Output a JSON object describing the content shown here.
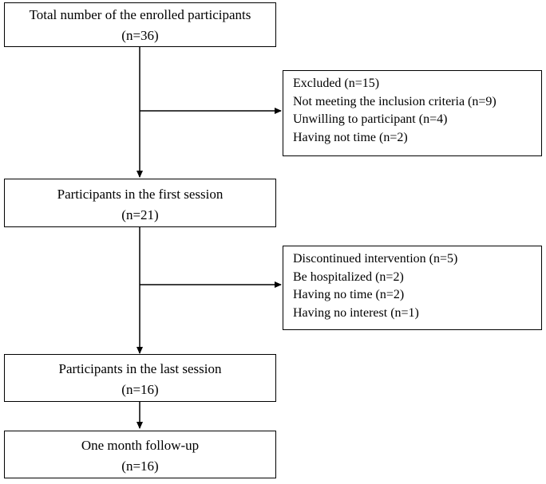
{
  "nodes": {
    "enrolled": {
      "title": "Total number of the enrolled participants",
      "count": "(n=36)"
    },
    "first_session": {
      "title": "Participants in the first session",
      "count": "(n=21)"
    },
    "last_session": {
      "title": "Participants in the last session",
      "count": "(n=16)"
    },
    "follow_up": {
      "title": "One month follow-up",
      "count": "(n=16)"
    }
  },
  "excluded": {
    "lines": [
      "Excluded (n=15)",
      "Not meeting the inclusion criteria (n=9)",
      "Unwilling to participant (n=4)",
      "Having not time (n=2)"
    ]
  },
  "discontinued": {
    "lines": [
      "Discontinued intervention (n=5)",
      "Be hospitalized (n=2)",
      "Having no time (n=2)",
      "Having no interest (n=1)"
    ]
  }
}
